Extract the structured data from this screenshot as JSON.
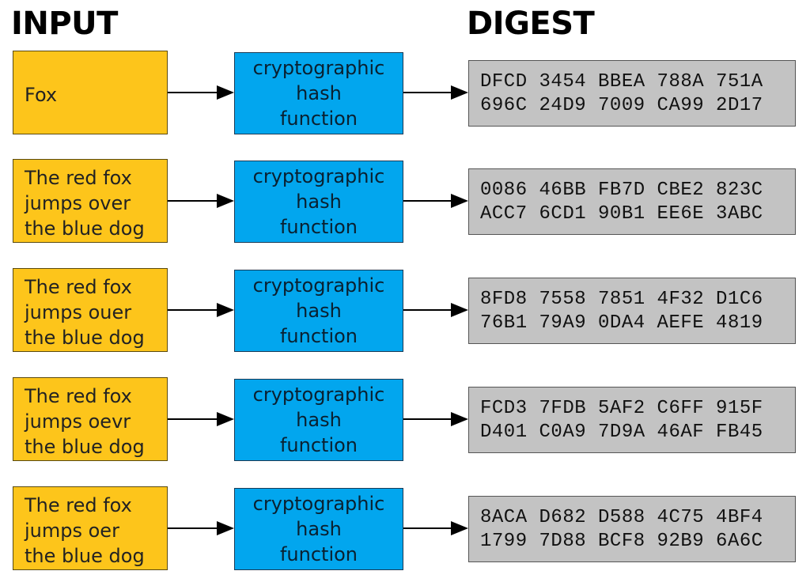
{
  "headers": {
    "input": "INPUT",
    "digest": "DIGEST"
  },
  "colors": {
    "input_box": "#fdc51b",
    "hash_box": "#02a6ee",
    "digest_box": "#c3c3c3"
  },
  "rows": [
    {
      "input": "Fox",
      "hash": [
        "cryptographic",
        "hash",
        "function"
      ],
      "digest": [
        "DFCD 3454 BBEA 788A 751A",
        "696C 24D9 7009 CA99 2D17"
      ]
    },
    {
      "input": "The red fox\njumps over\nthe blue dog",
      "hash": [
        "cryptographic",
        "hash",
        "function"
      ],
      "digest": [
        "0086 46BB FB7D CBE2 823C",
        "ACC7 6CD1 90B1 EE6E 3ABC"
      ]
    },
    {
      "input": "The red fox\njumps ouer\nthe blue dog",
      "hash": [
        "cryptographic",
        "hash",
        "function"
      ],
      "digest": [
        "8FD8 7558 7851 4F32 D1C6",
        "76B1 79A9 0DA4 AEFE 4819"
      ]
    },
    {
      "input": "The red fox\njumps oevr\nthe blue dog",
      "hash": [
        "cryptographic",
        "hash",
        "function"
      ],
      "digest": [
        "FCD3 7FDB 5AF2 C6FF 915F",
        "D401 C0A9 7D9A 46AF FB45"
      ]
    },
    {
      "input": "The red fox\njumps oer\nthe blue dog",
      "hash": [
        "cryptographic",
        "hash",
        "function"
      ],
      "digest": [
        "8ACA D682 D588 4C75 4BF4",
        "1799 7D88 BCF8 92B9 6A6C"
      ]
    }
  ]
}
